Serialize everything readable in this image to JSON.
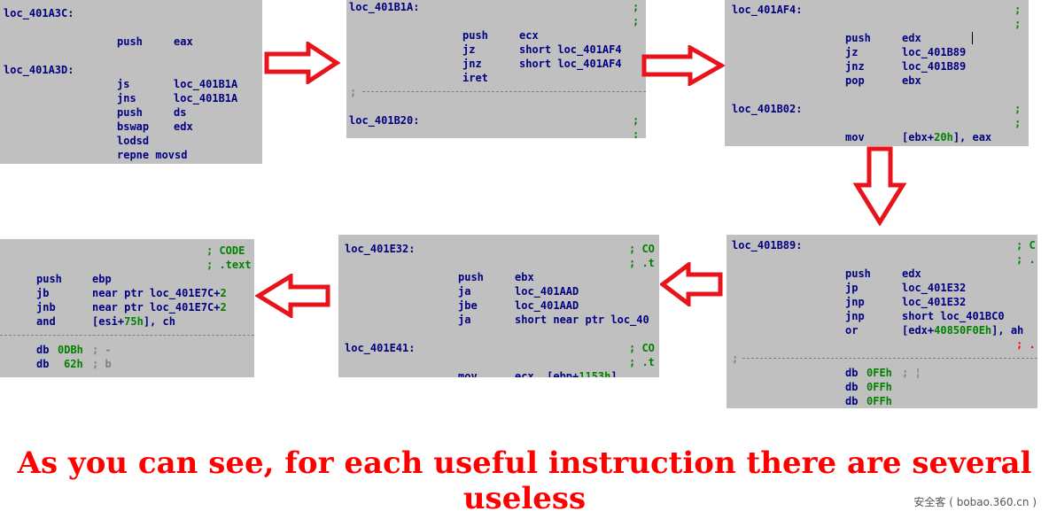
{
  "panels": {
    "p1": {
      "label1": "loc_401A3C:",
      "l1": {
        "mn": "push",
        "op": "eax"
      },
      "label2": "loc_401A3D:",
      "l2": {
        "mn": "js",
        "op": "loc_401B1A"
      },
      "l3": {
        "mn": "jns",
        "op": "loc_401B1A"
      },
      "l4": {
        "mn": "push",
        "op": "ds"
      },
      "l5": {
        "mn": "bswap",
        "op": "edx"
      },
      "l6": {
        "mn": "lodsd",
        "op": ""
      },
      "l7": {
        "mn": "repne movsd",
        "op": ""
      }
    },
    "p2": {
      "label1": "loc_401B1A:",
      "c1": ";",
      "c2": ";",
      "l1": {
        "mn": "push",
        "op": "ecx"
      },
      "l2": {
        "mn": "jz",
        "op": "short loc_401AF4"
      },
      "l3": {
        "mn": "jnz",
        "op": "short loc_401AF4"
      },
      "l4": {
        "mn": "iret",
        "op": ""
      },
      "sep": ";",
      "label2": "loc_401B20:",
      "c3": ";",
      "c4": ";"
    },
    "p3": {
      "label1": "loc_401AF4:",
      "c1": ";",
      "c2": ";",
      "l1": {
        "mn": "push",
        "op": "edx"
      },
      "l2": {
        "mn": "jz",
        "op": "loc_401B89"
      },
      "l3": {
        "mn": "jnz",
        "op": "loc_401B89"
      },
      "l4": {
        "mn": "pop",
        "op": "ebx"
      },
      "label2": "loc_401B02:",
      "c3": ";",
      "c4": ";",
      "l5": {
        "mn": "mov",
        "op_a": "[ebx+",
        "op_num": "20h",
        "op_b": "], eax"
      }
    },
    "p4": {
      "label1": "loc_401B89:",
      "c1": "; C",
      "c2": "; .",
      "l1": {
        "mn": "push",
        "op": "edx"
      },
      "l2": {
        "mn": "jp",
        "op": "loc_401E32"
      },
      "l3": {
        "mn": "jnp",
        "op": "loc_401E32"
      },
      "l4": {
        "mn": "jnp",
        "op": "short loc_401BC0"
      },
      "l5": {
        "mn": "or",
        "op_a": "[edx+",
        "op_num": "40850F0Eh",
        "op_b": "], ah"
      },
      "c5": "; .",
      "sep": ";",
      "d1": {
        "mn": "db",
        "num": "0FEh",
        "cm": "; ¦"
      },
      "d2": {
        "mn": "db",
        "num": "0FFh"
      },
      "d3": {
        "mn": "db",
        "num": "0FFh"
      }
    },
    "p5": {
      "label1": "loc_401E32:",
      "c1": "; CO",
      "c2": "; .t",
      "l1": {
        "mn": "push",
        "op": "ebx"
      },
      "l2": {
        "mn": "ja",
        "op": "loc_401AAD"
      },
      "l3": {
        "mn": "jbe",
        "op": "loc_401AAD"
      },
      "l4": {
        "mn": "ja",
        "op": "short near ptr loc_40"
      },
      "label2": "loc_401E41:",
      "c3": "; CO",
      "c4": "; .t",
      "l5": {
        "mn": "mov",
        "op_a": "ecx, [ebp+",
        "op_num": "1153h",
        "op_b": "]"
      }
    },
    "p6": {
      "c1": "; CODE",
      "c2": "; .text",
      "l1": {
        "mn": "push",
        "op": "ebp"
      },
      "l2": {
        "mn": "jb",
        "op_a": "near ptr loc_401E7C+",
        "op_num": "2"
      },
      "l3": {
        "mn": "jnb",
        "op_a": "near ptr loc_401E7C+",
        "op_num": "2"
      },
      "l4": {
        "mn": "and",
        "op_a": "[esi+",
        "op_num": "75h",
        "op_b": "], ch"
      },
      "d1": {
        "mn": "db",
        "num": "0DBh",
        "cm": "; -"
      },
      "d2": {
        "mn": "db",
        "num": "62h",
        "cm": "; b"
      }
    }
  },
  "caption": "As you can see, for each useful instruction there are several useless",
  "watermark": "安全客 ( bobao.360.cn )",
  "colors": {
    "panel_bg": "#c0c0c0",
    "code_text": "#000080",
    "number": "#008000",
    "comment": "#008000",
    "arrow": "#e8141b",
    "caption": "#ff0000"
  },
  "icons": [
    "arrow-right-icon",
    "arrow-down-icon",
    "arrow-left-icon"
  ]
}
